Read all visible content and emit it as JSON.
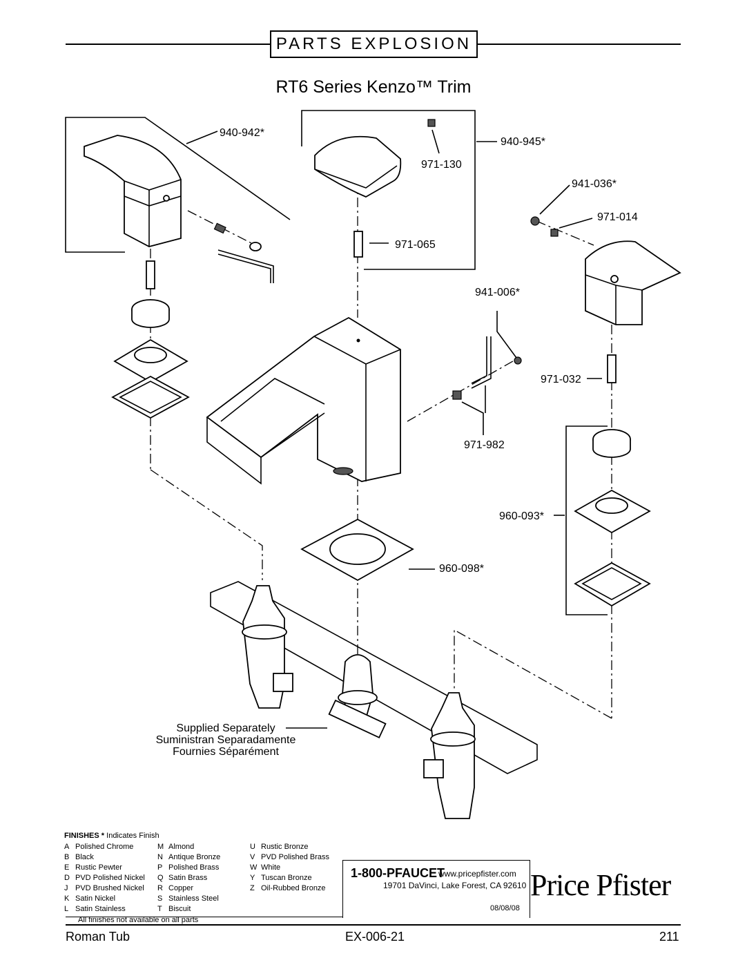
{
  "header": {
    "section": "PARTS EXPLOSION",
    "title": "RT6 Series Kenzo™ Trim"
  },
  "part_labels": {
    "p940_942": "940-942*",
    "p940_945": "940-945*",
    "p971_130": "971-130",
    "p941_036": "941-036*",
    "p971_014": "971-014",
    "p971_065": "971-065",
    "p941_006": "941-006*",
    "p971_032": "971-032",
    "p971_982": "971-982",
    "p960_093": "960-093*",
    "p960_098": "960-098*"
  },
  "supplied_separately": [
    "Supplied Separately",
    "Suministran Separadamente",
    "Fournies Séparément"
  ],
  "finishes": {
    "heading": "FINISHES",
    "star": "*",
    "indicates": "Indicates Finish",
    "note": "All finishes not available on all parts",
    "columns": [
      [
        {
          "code": "A",
          "name": "Polished Chrome"
        },
        {
          "code": "B",
          "name": "Black"
        },
        {
          "code": "E",
          "name": "Rustic Pewter"
        },
        {
          "code": "D",
          "name": "PVD Polished Nickel"
        },
        {
          "code": "J",
          "name": "PVD Brushed Nickel"
        },
        {
          "code": "K",
          "name": "Satin Nickel"
        },
        {
          "code": "L",
          "name": "Satin Stainless"
        }
      ],
      [
        {
          "code": "M",
          "name": "Almond"
        },
        {
          "code": "N",
          "name": "Antique Bronze"
        },
        {
          "code": "P",
          "name": "Polished Brass"
        },
        {
          "code": "Q",
          "name": "Satin Brass"
        },
        {
          "code": "R",
          "name": "Copper"
        },
        {
          "code": "S",
          "name": "Stainless Steel"
        },
        {
          "code": "T",
          "name": "Biscuit"
        }
      ],
      [
        {
          "code": "U",
          "name": "Rustic Bronze"
        },
        {
          "code": "V",
          "name": "PVD Polished Brass"
        },
        {
          "code": "W",
          "name": "White"
        },
        {
          "code": "Y",
          "name": "Tuscan Bronze"
        },
        {
          "code": "Z",
          "name": "Oil-Rubbed Bronze"
        }
      ]
    ]
  },
  "contact": {
    "phone": "1-800-PFAUCET",
    "web": "www.pricepfister.com",
    "address": "19701 DaVinci, Lake Forest, CA 92610",
    "date": "08/08/08",
    "brand": "Price Pfister"
  },
  "footer": {
    "left": "Roman Tub",
    "center": "EX-006-21",
    "right": "211"
  }
}
